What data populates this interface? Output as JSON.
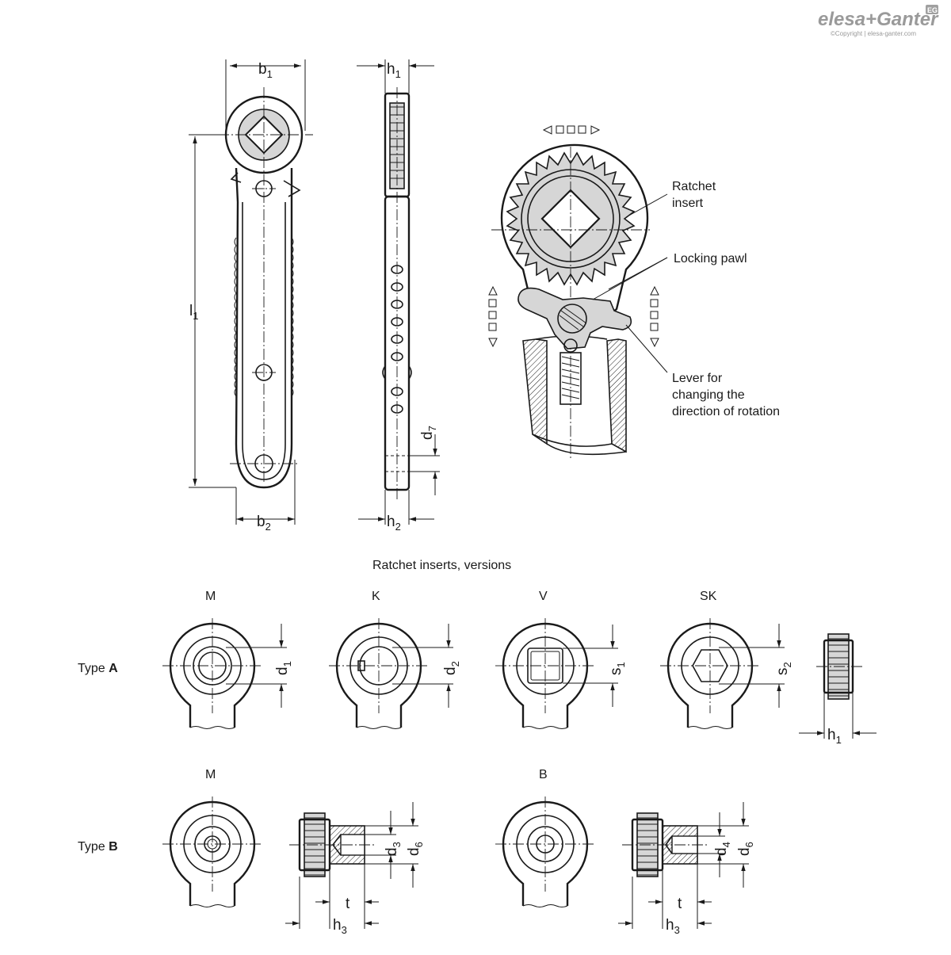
{
  "brand": {
    "logo_text": "elesa+Ganter",
    "badge": "EG",
    "copyright": "©Copyright | elesa-ganter.com"
  },
  "dims": {
    "b1": {
      "base": "b",
      "sub": "1"
    },
    "h1": {
      "base": "h",
      "sub": "1"
    },
    "l1": {
      "base": "l",
      "sub": "1"
    },
    "b2": {
      "base": "b",
      "sub": "2"
    },
    "h2": {
      "base": "h",
      "sub": "2"
    },
    "d7": {
      "base": "d",
      "sub": "7"
    },
    "d1": {
      "base": "d",
      "sub": "1"
    },
    "d2": {
      "base": "d",
      "sub": "2"
    },
    "s1": {
      "base": "s",
      "sub": "1"
    },
    "s2": {
      "base": "s",
      "sub": "2"
    },
    "h1b": {
      "base": "h",
      "sub": "1"
    },
    "d3": {
      "base": "d",
      "sub": "3"
    },
    "d6a": {
      "base": "d",
      "sub": "6"
    },
    "d4": {
      "base": "d",
      "sub": "4"
    },
    "d6b": {
      "base": "d",
      "sub": "6"
    },
    "t1": {
      "base": "t",
      "sub": ""
    },
    "t2": {
      "base": "t",
      "sub": ""
    },
    "h3a": {
      "base": "h",
      "sub": "3"
    },
    "h3b": {
      "base": "h",
      "sub": "3"
    }
  },
  "callouts": {
    "ratchet_insert": [
      "Ratchet",
      "insert"
    ],
    "locking_pawl": "Locking pawl",
    "lever": [
      "Lever for",
      "changing the",
      "direction of rotation"
    ]
  },
  "section_title": "Ratchet inserts, versions",
  "type_a": {
    "prefix": "Type ",
    "letter": "A",
    "versions": [
      "M",
      "K",
      "V",
      "SK"
    ]
  },
  "type_b": {
    "prefix": "Type ",
    "letter": "B",
    "versions": [
      "M",
      "B"
    ]
  }
}
